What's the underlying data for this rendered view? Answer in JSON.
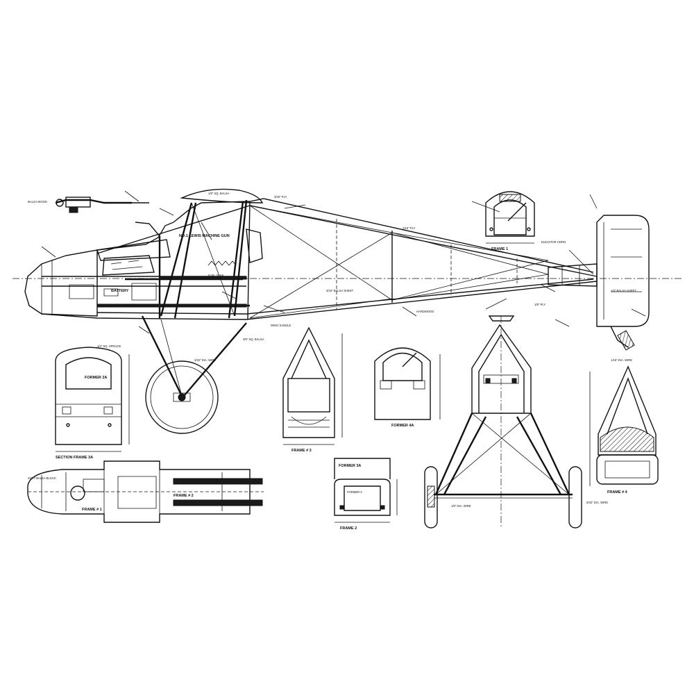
{
  "labels": {
    "lewis_gun": "NO.1 LEWIS MACHINE GUN",
    "battery": "BATTERY",
    "former_2a": "FORMER 2A",
    "former_4a": "FORMER 4A",
    "former_3a": "FORMER 3A",
    "frame_1_top": "FRAME 1",
    "frame_3": "FRAME # 3",
    "frame_4": "FRAME # 4",
    "frame_2": "FRAME # 2",
    "frame_1_bottom": "FRAME # 1",
    "frame_bottom_view": "FRAME 2",
    "section_frame_3a": "SECTION FRAME 3A",
    "former_right": "FORMER 3",
    "balsa_wood": "BALSA WOOD",
    "elevator_horn": "ELEVATOR HORN",
    "wing_saddle": "WING SADDLE",
    "fuel_tank": "FUEL TANK"
  },
  "notes": [
    "1/8\" SQ. BALSA",
    "3/32\" PLY",
    "1/16\" PLY",
    "3/16\" BALSA SHEET",
    "1/4\" SQ. SPRUCE",
    "SOFT BALSA BLOCK",
    "1/8\" PLY",
    "3/32\" DIA. WIRE",
    "1/8\" DIA. WIRE",
    "5/32\" DIA. WIRE",
    "1/16\" DIA. WIRE",
    "HARDWOOD",
    "3/8\" SQ. BALSA",
    "1/4\" BALSA SHEET"
  ]
}
